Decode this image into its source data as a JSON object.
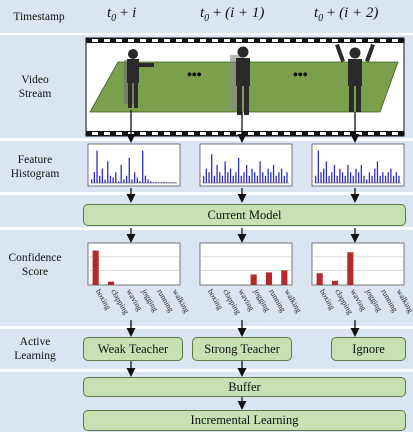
{
  "rows": {
    "timestamp": "Timestamp",
    "video_stream": "Video\nStream",
    "feature_histogram": "Feature\nHistogram",
    "confidence_score": "Confidence\nScore",
    "active_learning": "Active\nLearning"
  },
  "timestamps": [
    {
      "base": "t",
      "sub": "0",
      "op": " + ",
      "rest": "i"
    },
    {
      "base": "t",
      "sub": "0",
      "op": " + ",
      "rest": "(i + 1)"
    },
    {
      "base": "t",
      "sub": "0",
      "op": " + ",
      "rest": "(i + 2)"
    }
  ],
  "video": {
    "ellipsis": "•••"
  },
  "boxes": {
    "current_model": "Current Model",
    "weak_teacher": "Weak Teacher",
    "strong_teacher": "Strong Teacher",
    "ignore": "Ignore",
    "buffer": "Buffer",
    "incremental_learning": "Incremental Learning"
  },
  "colors": {
    "band": "#dbe5f1",
    "box_fill": "#c7e0b4",
    "box_border": "#5c7a47",
    "histogram": "#2c2fc2",
    "confidence_bar": "#b22a2a",
    "floor": "#7aa04e"
  },
  "chart_data": [
    {
      "type": "bar",
      "categories": [
        "boxing",
        "clapping",
        "waving",
        "jogging",
        "running",
        "walking"
      ],
      "values": [
        0.82,
        0.08,
        0.0,
        0.0,
        0.0,
        0.0
      ],
      "ylim": [
        0,
        1
      ]
    },
    {
      "type": "bar",
      "categories": [
        "boxing",
        "clapping",
        "waving",
        "jogging",
        "running",
        "walking"
      ],
      "values": [
        0.0,
        0.0,
        0.0,
        0.25,
        0.3,
        0.35
      ],
      "ylim": [
        0,
        1
      ]
    },
    {
      "type": "bar",
      "categories": [
        "boxing",
        "clapping",
        "waving",
        "jogging",
        "running",
        "walking"
      ],
      "values": [
        0.28,
        0.1,
        0.78,
        0.0,
        0.0,
        0.0
      ],
      "ylim": [
        0,
        1
      ]
    }
  ],
  "histograms": [
    [
      0.1,
      0.3,
      0.9,
      0.2,
      0.4,
      0.1,
      0.6,
      0.2,
      0.15,
      0.3,
      0.05,
      0.5,
      0.1,
      0.2,
      0.7,
      0.1,
      0.3,
      0.15,
      0.05,
      0.9,
      0.2,
      0.1,
      0.05,
      0.02,
      0.03,
      0.02,
      0.02,
      0.03,
      0.02,
      0.02,
      0.02,
      0.02
    ],
    [
      0.2,
      0.4,
      0.3,
      0.8,
      0.2,
      0.5,
      0.3,
      0.2,
      0.6,
      0.3,
      0.4,
      0.2,
      0.3,
      0.7,
      0.2,
      0.3,
      0.5,
      0.2,
      0.4,
      0.3,
      0.2,
      0.6,
      0.3,
      0.2,
      0.4,
      0.3,
      0.5,
      0.2,
      0.3,
      0.4,
      0.2,
      0.3
    ],
    [
      0.2,
      0.9,
      0.3,
      0.4,
      0.6,
      0.2,
      0.3,
      0.5,
      0.2,
      0.4,
      0.3,
      0.2,
      0.5,
      0.3,
      0.2,
      0.4,
      0.3,
      0.5,
      0.2,
      0.1,
      0.3,
      0.2,
      0.4,
      0.6,
      0.2,
      0.3,
      0.2,
      0.3,
      0.4,
      0.2,
      0.3,
      0.2
    ]
  ]
}
